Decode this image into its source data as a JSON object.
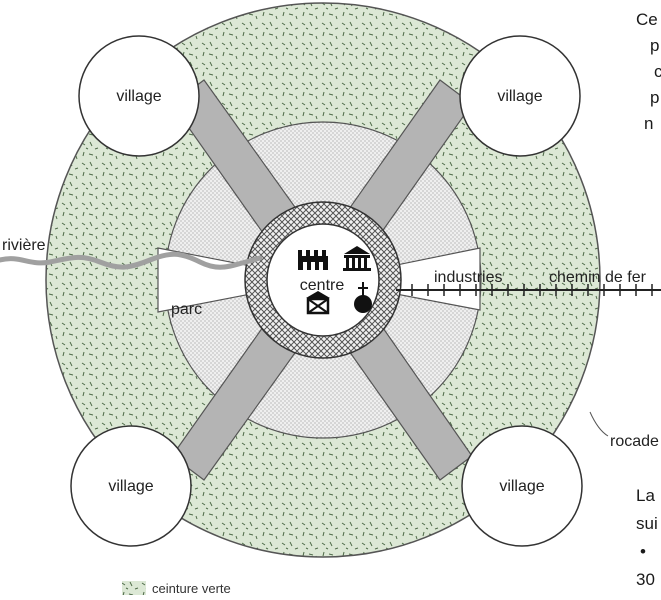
{
  "diagram": {
    "labels": {
      "village_top_left": "village",
      "village_top_right": "village",
      "village_bottom_left": "village",
      "village_bottom_right": "village",
      "riviere": "rivière",
      "parc": "parc",
      "centre": "centre",
      "industries": "industries",
      "chemin_de_fer": "chemin de fer",
      "rocade": "rocade"
    },
    "legend": {
      "label": "ceinture verte"
    },
    "colors": {
      "green_belt": "#dce8d5",
      "speckle": "#4f6b48",
      "hatch": "#555555",
      "river": "#9a9a9a"
    }
  },
  "side_text": {
    "lines_top": [
      "Ce",
      "p",
      "c",
      "p",
      "n"
    ],
    "lines_bottom": [
      "La",
      "sui",
      "•",
      "30"
    ]
  }
}
